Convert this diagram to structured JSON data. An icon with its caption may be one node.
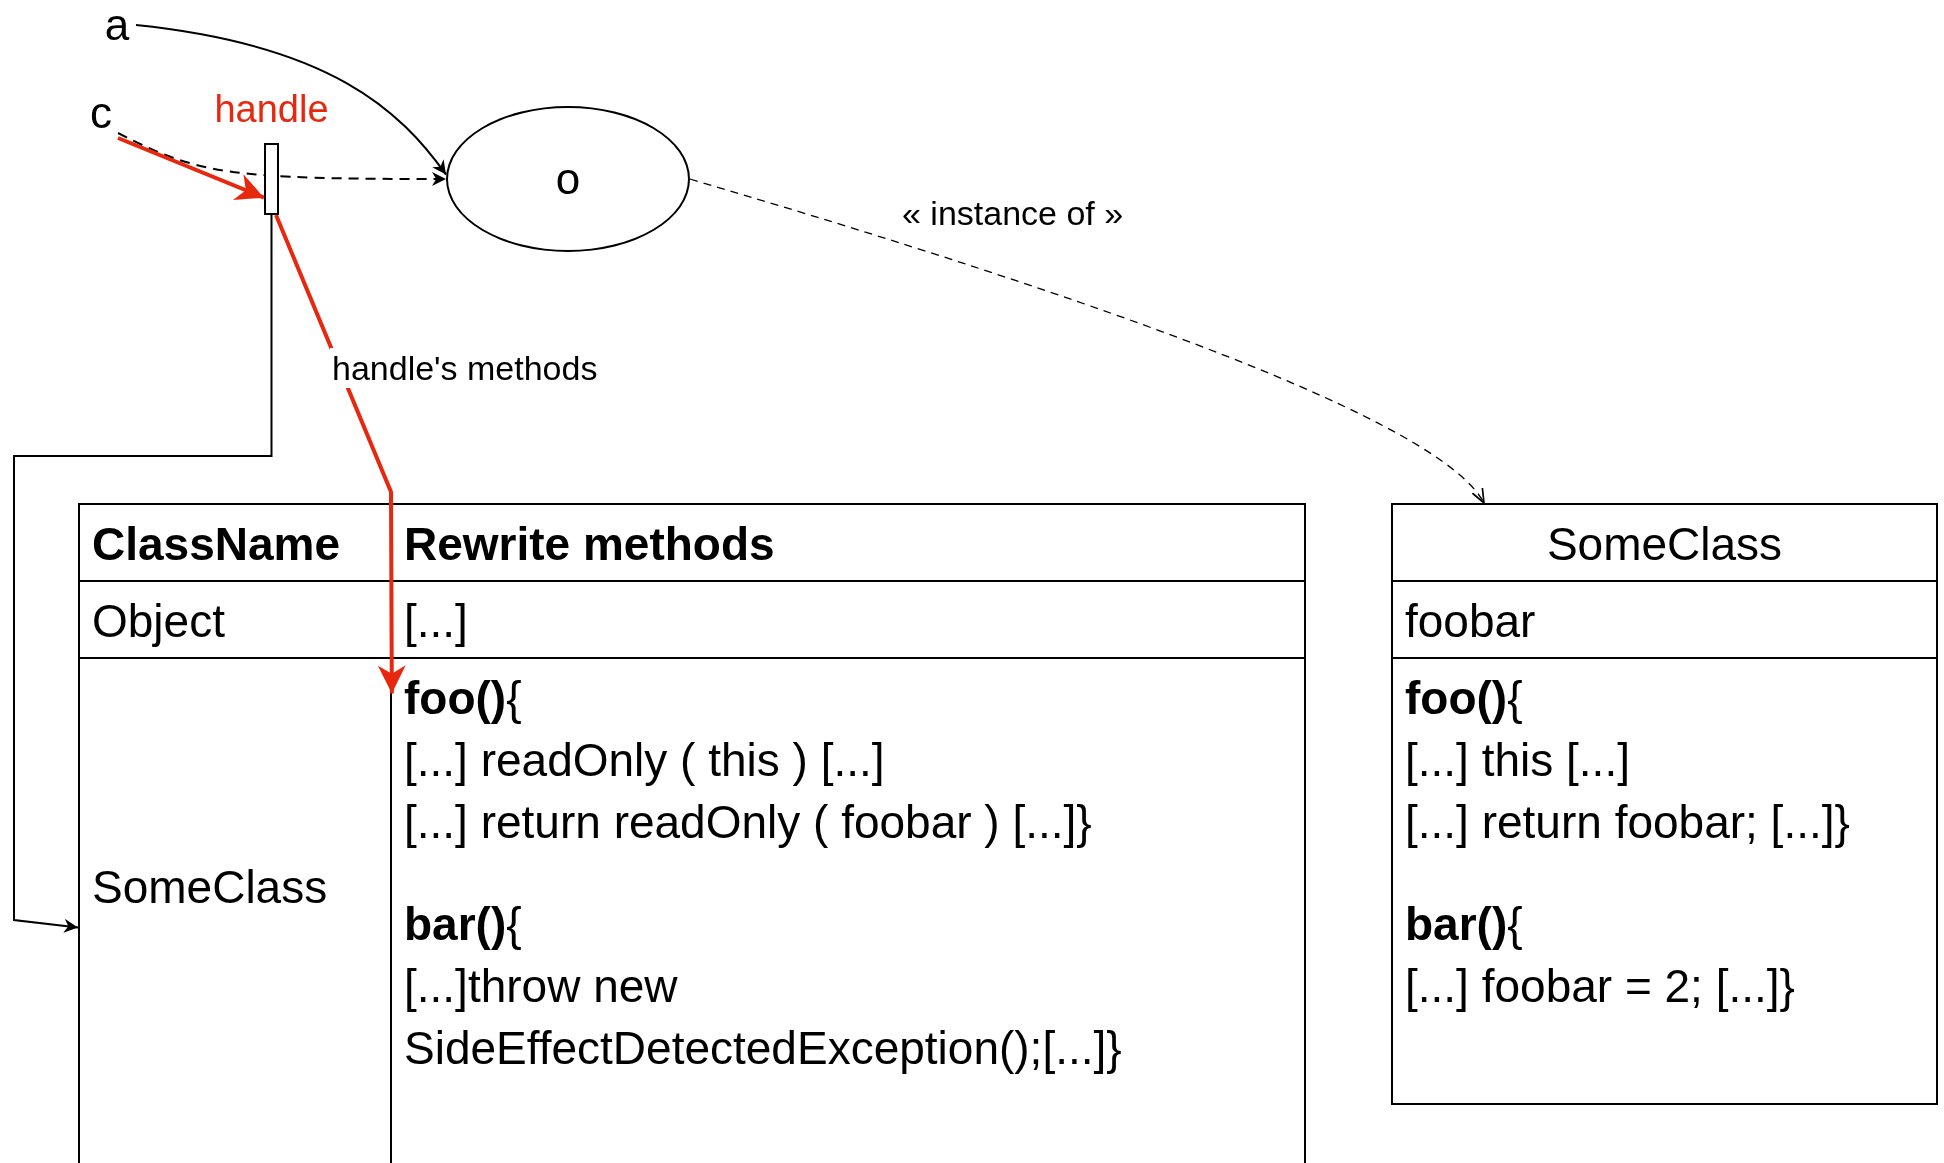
{
  "diagram": {
    "nodes": [
      {
        "text": [
          "a"
        ]
      },
      {
        "text": [
          "c"
        ]
      },
      {
        "text": [
          "handle"
        ]
      },
      {
        "text": [
          "o"
        ]
      },
      {
        "text": [
          "ClassName"
        ]
      },
      {
        "text": [
          "Rewrite methods"
        ]
      },
      {
        "text": [
          "Object"
        ]
      },
      {
        "text": [
          "[...]"
        ]
      },
      {
        "text": [
          "SomeClass"
        ]
      },
      {
        "text": [
          "**foo()**{",
          "[...] readOnly ( this ) [...]",
          "[...] return readOnly ( foobar ) [...]}",
          "**bar()**{",
          "[...]throw new SideEffectDetectedException();[...]}"
        ]
      },
      {
        "text": [
          "SomeClass"
        ]
      },
      {
        "text": [
          "foobar"
        ]
      },
      {
        "text": [
          "**foo()**{",
          "[...] this [...]",
          "[...] return foobar; [...]}",
          "**bar()**{",
          "[...] foobar = 2; [...]}"
        ]
      }
    ],
    "edges": [
      {
        "from": 0,
        "to": 3,
        "arrow": "to"
      },
      {
        "from": 1,
        "to": 3,
        "arrow": "to",
        "style": "dashed"
      },
      {
        "from": 1,
        "to": 2,
        "arrow": "to",
        "color": "#e8270f"
      },
      {
        "from": 2,
        "to": 9,
        "arrow": "to",
        "label": "handle's methods",
        "color": "#e8270f"
      },
      {
        "from": 2,
        "to": 8,
        "arrow": "to"
      },
      {
        "from": 3,
        "to": 10,
        "arrow": "to",
        "label": "« instance of »",
        "style": "dashed"
      }
    ]
  }
}
